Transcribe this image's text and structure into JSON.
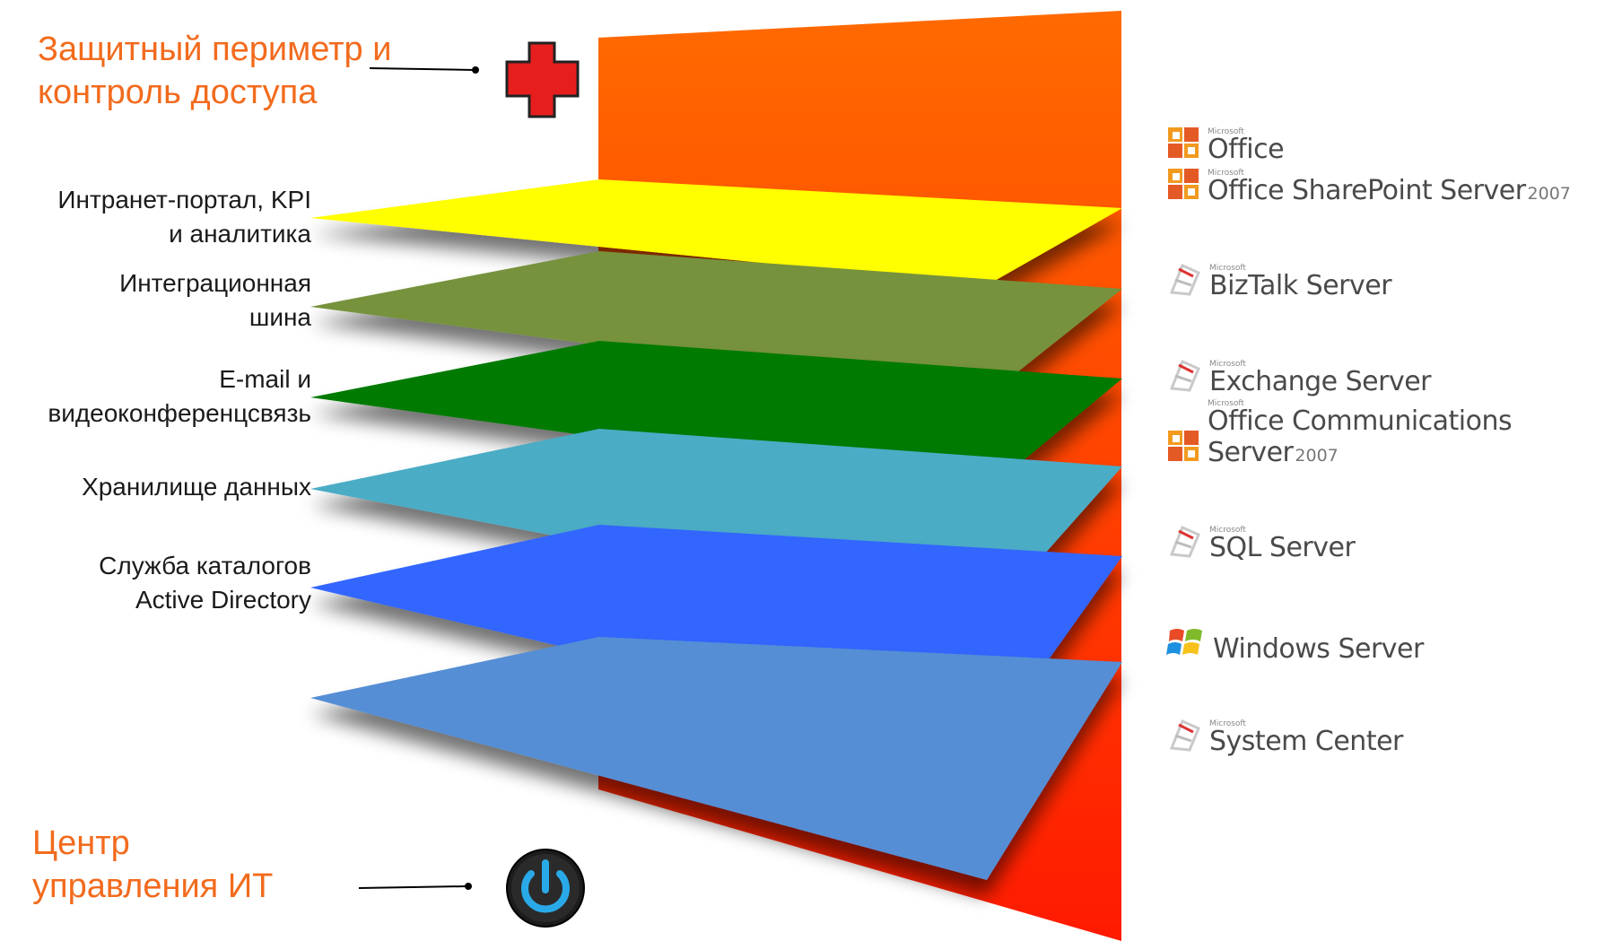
{
  "diagram": {
    "security_label": [
      "Защитный периметр и",
      "контроль доступа"
    ],
    "it_center_label": [
      "Центр",
      "управления ИТ"
    ],
    "layers": [
      {
        "label": [
          "Интранет-портал, KPI",
          "и аналитика"
        ],
        "color": "#ffff00"
      },
      {
        "label": [
          "Интеграционная",
          "шина"
        ],
        "color": "#76923c"
      },
      {
        "label": [
          "E-mail и",
          "видеоконференцсвязь"
        ],
        "color": "#007a00"
      },
      {
        "label": [
          "Хранилище данных"
        ],
        "color": "#4bacc6"
      },
      {
        "label": [
          "Служба каталогов",
          "Active Directory"
        ],
        "color": "#3366ff"
      },
      {
        "label": [],
        "color": "#558ed5"
      }
    ],
    "wall_colors": {
      "top": "#ff6a00",
      "bottom": "#ff1a00"
    },
    "products": [
      {
        "name": "Office",
        "ms": "Microsoft",
        "version": "",
        "icon": "office-icon"
      },
      {
        "name": "Office SharePoint Server",
        "ms": "Microsoft",
        "version": "2007",
        "icon": "office-icon"
      },
      {
        "name": "BizTalk Server",
        "ms": "Microsoft",
        "version": "",
        "icon": "server-icon"
      },
      {
        "name": "Exchange Server",
        "ms": "Microsoft",
        "version": "",
        "icon": "server-icon"
      },
      {
        "name": "Office Communications Server",
        "ms": "Microsoft",
        "version": "2007",
        "icon": "office-icon"
      },
      {
        "name": "SQL Server",
        "ms": "Microsoft",
        "version": "",
        "icon": "server-icon"
      },
      {
        "name": "Windows Server",
        "ms": "",
        "version": "",
        "icon": "windows-icon"
      },
      {
        "name": "System Center",
        "ms": "Microsoft",
        "version": "",
        "icon": "server-icon"
      }
    ]
  }
}
